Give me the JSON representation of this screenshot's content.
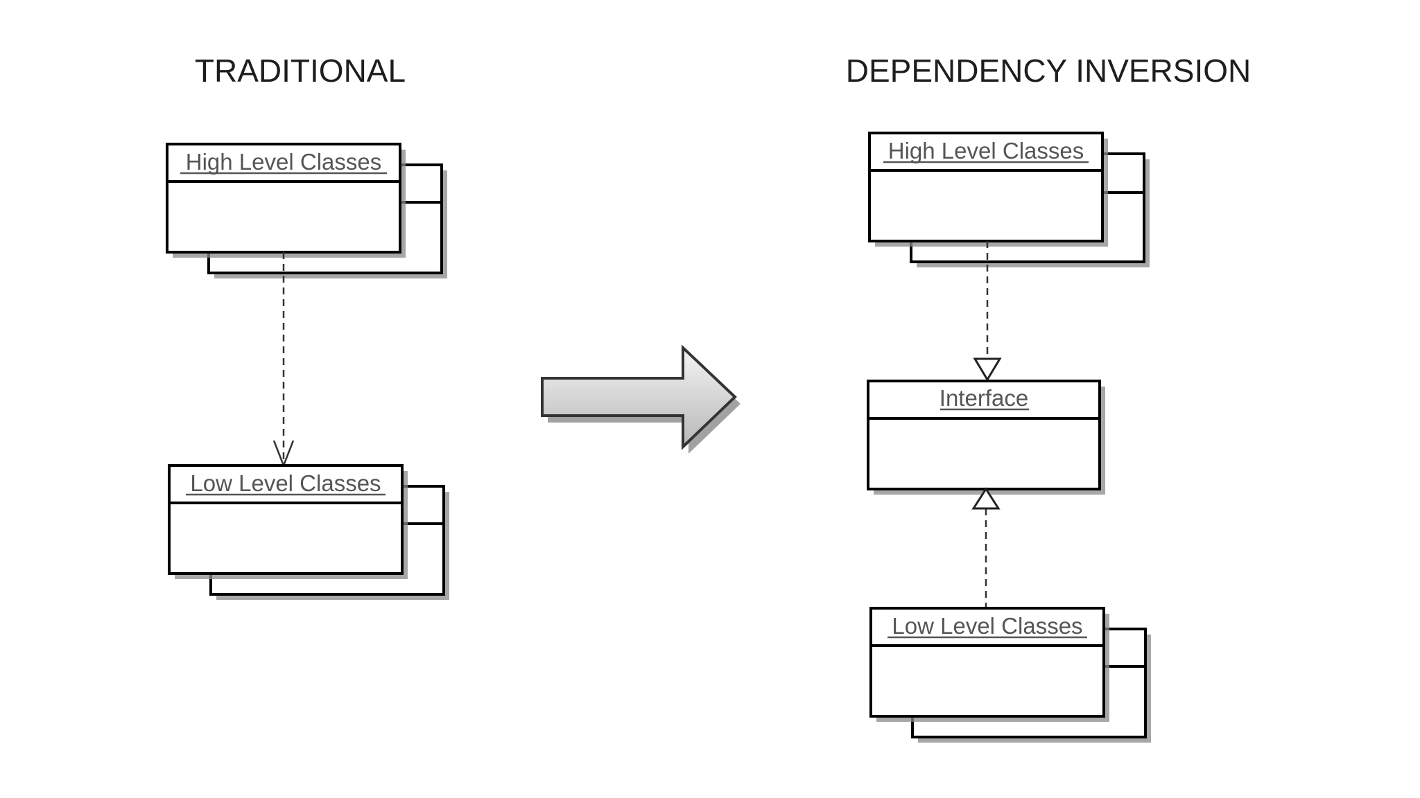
{
  "headings": {
    "traditional": "TRADITIONAL",
    "dependency_inversion": "DEPENDENCY INVERSION"
  },
  "traditional": {
    "high": "High Level Classes",
    "low": "Low Level Classes"
  },
  "inversion": {
    "high": "High Level Classes",
    "interface": "Interface",
    "low": "Low Level Classes"
  },
  "colors": {
    "line": "#000000",
    "text": "#555555",
    "arrow_fill_light": "#f4f4f4",
    "arrow_fill_dark": "#b8b8b8"
  }
}
